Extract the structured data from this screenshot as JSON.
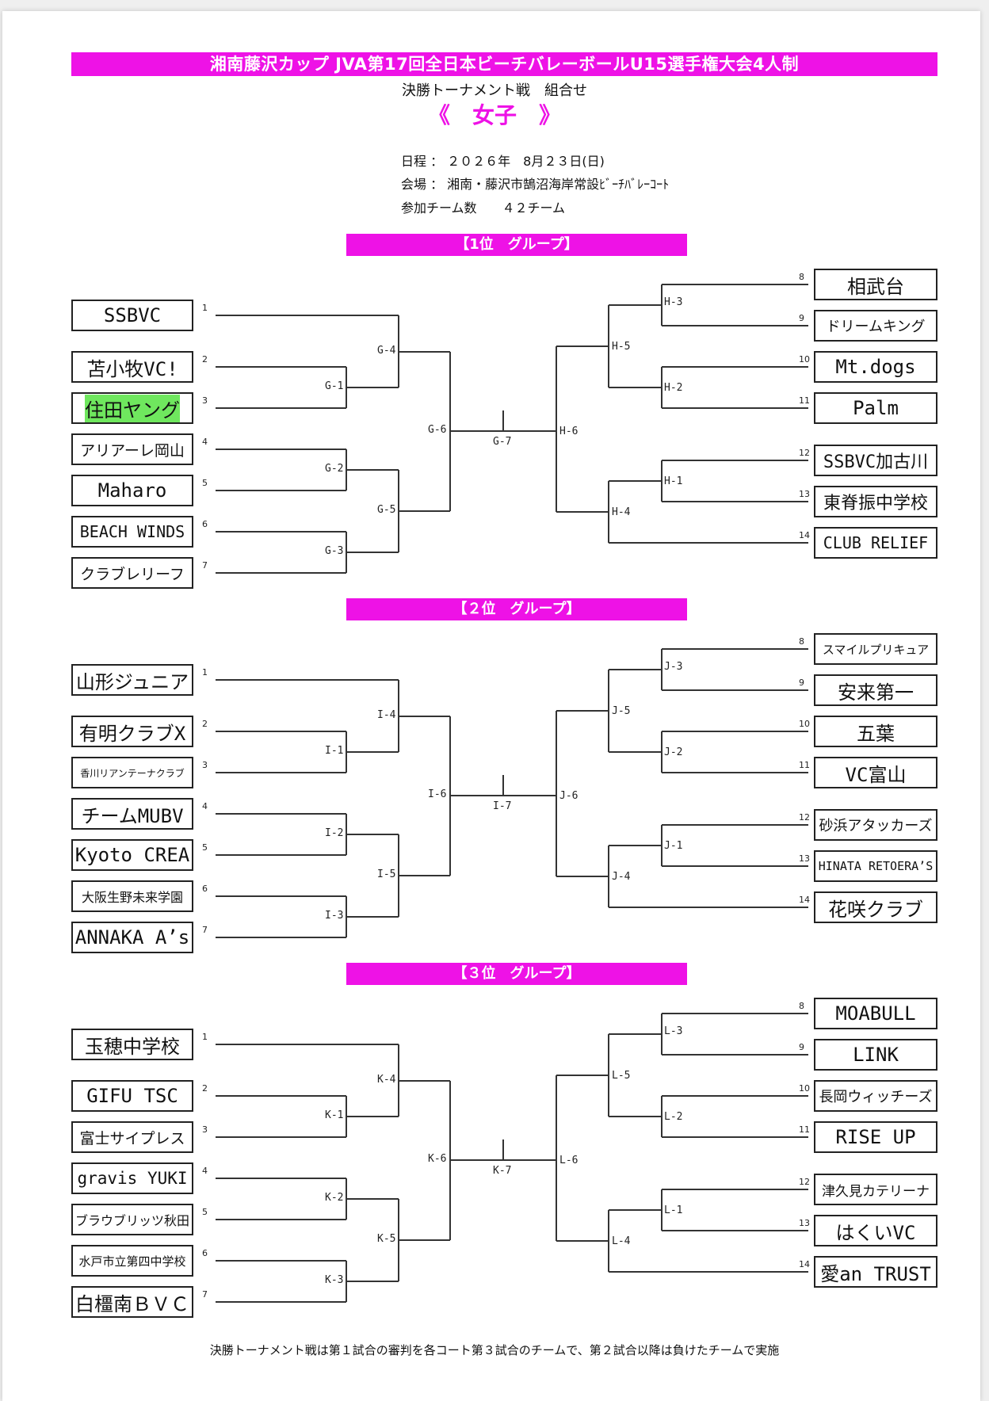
{
  "header": {
    "title": "湘南藤沢カップ JVA第17回全日本ビーチバレーボールU15選手権大会4人制",
    "subtitle": "決勝トーナメント戦　組合せ",
    "gender": "《　女子　》",
    "schedule": "日程 ： ２０２６年　8月２３日(日)",
    "venue": "会場 ： 湘南・藤沢市鵠沼海岸常設ﾋﾞｰﾁﾊﾞﾚｰｺｰﾄ",
    "teams_count": "参加チーム数　　４２チーム"
  },
  "groups": [
    {
      "title": "【1位　グループ】",
      "left": [
        "SSBVC",
        "苫小牧VC!",
        "住田ヤング",
        "アリアーレ岡山",
        "Maharo",
        "BEACH WINDS",
        "クラブレリーフ"
      ],
      "right": [
        "相武台",
        "ドリームキング",
        "Mt.dogs",
        "Palm",
        "SSBVC加古川",
        "東脊振中学校",
        "CLUB RELIEF"
      ],
      "matches": {
        "a1": "G-1",
        "a2": "G-2",
        "a3": "G-3",
        "a4": "G-4",
        "a5": "G-5",
        "a6": "G-6",
        "fin": "G-7",
        "b6": "H-6",
        "b5": "H-5",
        "b4": "H-4",
        "b3": "H-3",
        "b2": "H-2",
        "b1": "H-1"
      }
    },
    {
      "title": "【２位　グループ】",
      "left": [
        "山形ジュニア",
        "有明クラブX",
        "香川リアンテーナクラブ",
        "チームMUBV",
        "Kyoto CREA",
        "大阪生野未来学園",
        "ANNAKA A’s"
      ],
      "right": [
        "スマイルプリキュア",
        "安来第一",
        "五葉",
        "VC富山",
        "砂浜アタッカーズ",
        "HINATA RETOERA’S",
        "花咲クラブ"
      ],
      "matches": {
        "a1": "I-1",
        "a2": "I-2",
        "a3": "I-3",
        "a4": "I-4",
        "a5": "I-5",
        "a6": "I-6",
        "fin": "I-7",
        "b6": "J-6",
        "b5": "J-5",
        "b4": "J-4",
        "b3": "J-3",
        "b2": "J-2",
        "b1": "J-1"
      }
    },
    {
      "title": "【３位　グループ】",
      "left": [
        "玉穂中学校",
        "GIFU TSC",
        "富士サイプレス",
        "gravis YUKI",
        "ブラウブリッツ秋田",
        "水戸市立第四中学校",
        "白橿南ＢＶＣ"
      ],
      "right": [
        "MOABULL",
        "LINK",
        "長岡ウィッチーズ",
        "RISE UP",
        "津久見カテリーナ",
        "はくいVC",
        "愛an TRUST"
      ],
      "matches": {
        "a1": "K-1",
        "a2": "K-2",
        "a3": "K-3",
        "a4": "K-4",
        "a5": "K-5",
        "a6": "K-6",
        "fin": "K-7",
        "b6": "L-6",
        "b5": "L-5",
        "b4": "L-4",
        "b3": "L-3",
        "b2": "L-2",
        "b1": "L-1"
      }
    }
  ],
  "seeds_left": [
    "1",
    "2",
    "3",
    "4",
    "5",
    "6",
    "7"
  ],
  "seeds_right": [
    "8",
    "9",
    "10",
    "11",
    "12",
    "13",
    "14"
  ],
  "highlight": {
    "color": "#6fe75e",
    "group": 0,
    "team": "住田ヤング"
  },
  "colors": {
    "banner": "#ee12e6",
    "gender": "#ee12e6"
  },
  "footer": "決勝トーナメント戦は第１試合の審判を各コート第３試合のチームで、第２試合以降は負けたチームで実施"
}
